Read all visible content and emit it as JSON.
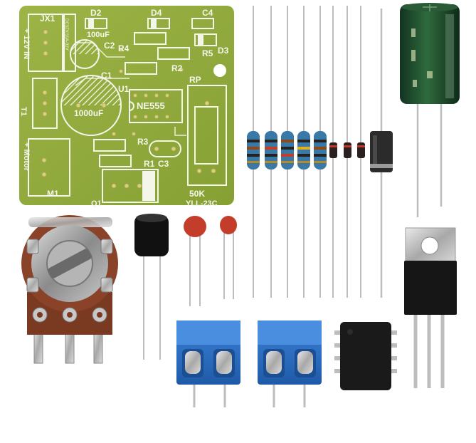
{
  "pcb": {
    "labels": {
      "jx1": "JX1",
      "d2": "D2",
      "d4": "D4",
      "c4": "C4",
      "c2": "C2",
      "cap_small": "100uF",
      "r4": "R4",
      "r5": "R5",
      "d3": "D3",
      "c1": "C1",
      "r2": "R2",
      "rp": "RP",
      "u1": "U1",
      "ic": "NE555",
      "cap_big": "1000uF",
      "t1": "T1",
      "r3": "R3",
      "r1": "R1",
      "c3": "C3",
      "motor": "+ Motor",
      "power_in": "+ 12V IN",
      "m1": "M1",
      "q1": "Q1",
      "pot_value": "50K",
      "board_code": "YLL-23C",
      "side_code": "DC3ZV/10A-32V"
    }
  },
  "components": [
    "potentiometer",
    "inductor",
    "ceramic-capacitor",
    "ceramic-capacitor",
    "resistor",
    "resistor",
    "resistor",
    "resistor",
    "resistor",
    "diode",
    "diode",
    "diode",
    "rectifier-diode",
    "electrolytic-capacitor",
    "mosfet-to220",
    "screw-terminal",
    "screw-terminal",
    "dip8-ic"
  ],
  "colors": {
    "pcb_green": "#8faa3c",
    "silkscreen": "#f4f6ea",
    "terminal_blue": "#2f6fc6",
    "capacitor_green": "#1f4a2a",
    "resistor_blue": "#3a78a6",
    "ceramic_red": "#c33d2a"
  }
}
